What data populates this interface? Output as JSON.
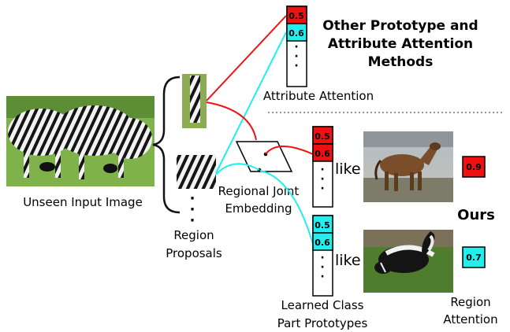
{
  "top_method": {
    "title_lines": [
      "Other Prototype and",
      "Attribute Attention",
      "Methods"
    ],
    "attribute_attention_label": "Attribute Attention",
    "cells": [
      "0.5",
      "0.6"
    ]
  },
  "input": {
    "label": "Unseen Input Image"
  },
  "region_proposals": {
    "label_lines": [
      "Region",
      "Proposals"
    ]
  },
  "embedding": {
    "label_lines": [
      "Regional Joint",
      "Embedding"
    ]
  },
  "prototypes": {
    "label_lines": [
      "Learned Class",
      "Part Prototypes"
    ],
    "red_cells": [
      "0.5",
      "0.6"
    ],
    "cyan_cells": [
      "0.5",
      "0.6"
    ],
    "like_word": "like"
  },
  "ours": {
    "label": "Ours",
    "horse_score": "0.9",
    "skunk_score": "0.7",
    "region_attention_lines": [
      "Region",
      "Attention"
    ]
  },
  "colors": {
    "red": "#ee1111",
    "cyan": "#22eeee",
    "grass": "#6aa03a"
  }
}
